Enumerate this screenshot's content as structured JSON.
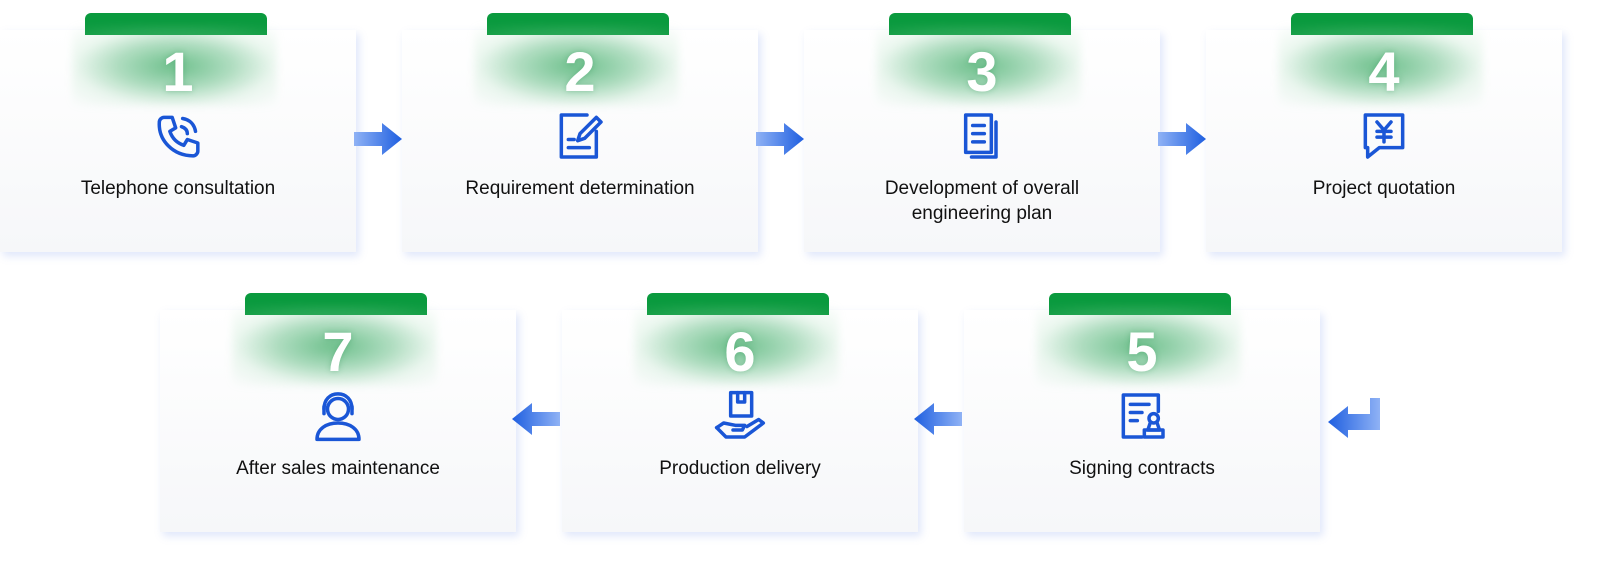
{
  "accent_color": "#0a9a3e",
  "icon_color": "#1a56d6",
  "steps": [
    {
      "number": "1",
      "label": "Telephone consultation",
      "icon": "phone-icon"
    },
    {
      "number": "2",
      "label": "Requirement determination",
      "icon": "edit-document-icon"
    },
    {
      "number": "3",
      "label": "Development of overall engineering plan",
      "icon": "documents-icon"
    },
    {
      "number": "4",
      "label": "Project quotation",
      "icon": "yen-quotation-icon"
    },
    {
      "number": "5",
      "label": "Signing contracts",
      "icon": "contract-stamp-icon"
    },
    {
      "number": "6",
      "label": "Production delivery",
      "icon": "package-hand-icon"
    },
    {
      "number": "7",
      "label": "After sales maintenance",
      "icon": "headset-user-icon"
    }
  ]
}
